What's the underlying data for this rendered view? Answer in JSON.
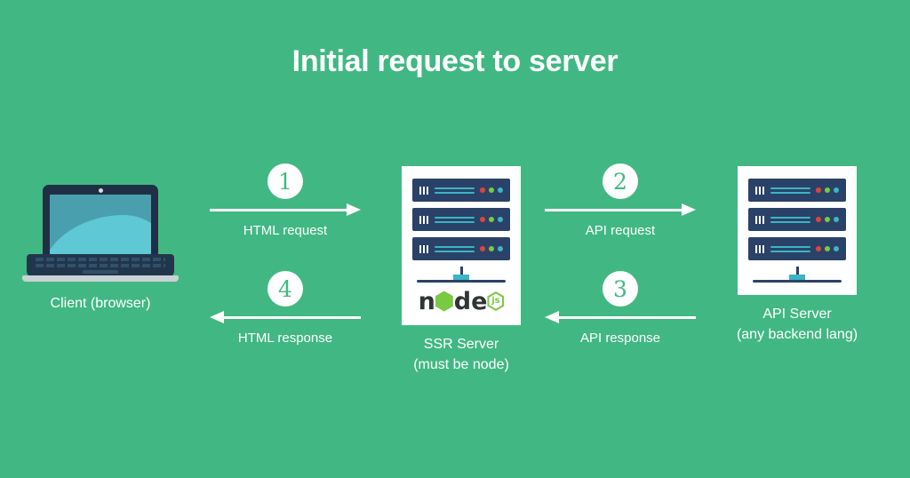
{
  "page": {
    "title": "Initial request to server",
    "background_color": "#41b883",
    "text_color": "#ffffff"
  },
  "nodes": [
    {
      "id": "client",
      "icon": "laptop-icon",
      "label": "Client (browser)"
    },
    {
      "id": "ssr-server",
      "icon": "server-rack-node-icon",
      "label": "SSR Server\n(must be node)",
      "logo_text_1": "n",
      "logo_text_2": "d",
      "logo_text_3": "e",
      "logo_badge": "js"
    },
    {
      "id": "api-server",
      "icon": "server-rack-icon",
      "label": "API Server\n(any backend lang)"
    }
  ],
  "flows": [
    {
      "id": "flow-1",
      "number": "1",
      "label": "HTML request",
      "direction": "right"
    },
    {
      "id": "flow-2",
      "number": "2",
      "label": "API request",
      "direction": "right"
    },
    {
      "id": "flow-3",
      "number": "3",
      "label": "API response",
      "direction": "left"
    },
    {
      "id": "flow-4",
      "number": "4",
      "label": "HTML response",
      "direction": "left"
    }
  ],
  "colors": {
    "background": "#41b883",
    "rack": "#2b4268",
    "accent_cyan": "#3ab6c4",
    "accent_green": "#7ac943",
    "accent_red": "#e0443e",
    "card": "#ffffff"
  }
}
